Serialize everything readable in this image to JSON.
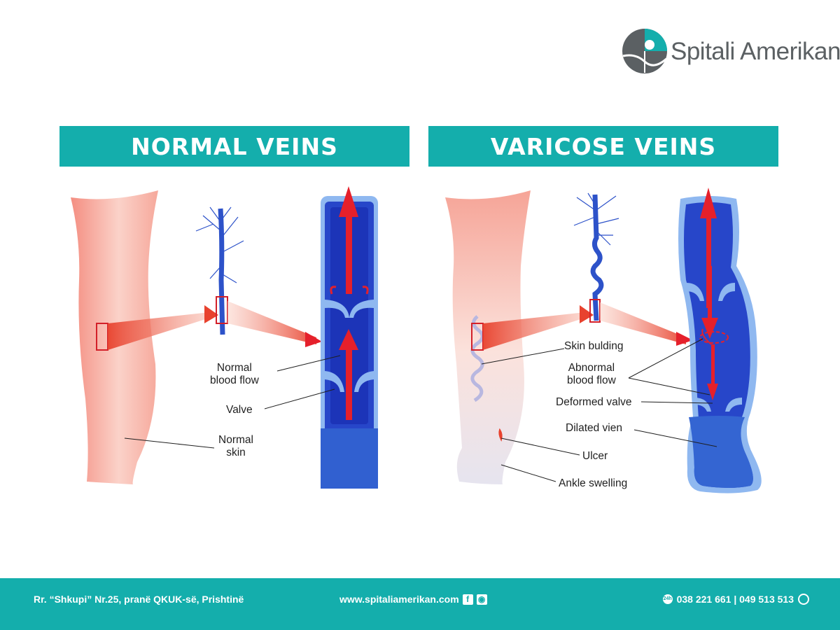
{
  "brand": {
    "name": "Spitali Amerikan"
  },
  "panels": {
    "normal": {
      "title": "NORMAL VEINS"
    },
    "varicose": {
      "title": "VARICOSE VEINS"
    }
  },
  "labels": {
    "normal_blood_flow": "Normal\nblood flow",
    "valve": "Valve",
    "normal_skin": "Normal\nskin",
    "skin_bulding": "Skin bulding",
    "abnormal_blood_flow": "Abnormal\nblood flow",
    "deformed_valve": "Deformed valve",
    "dilated_vien": "Dilated vien",
    "ulcer": "Ulcer",
    "ankle_swelling": "Ankle swelling"
  },
  "footer": {
    "address": "Rr. “Shkupi” Nr.25, pranë QKUK-së, Prishtinë",
    "website": "www.spitaliamerikan.com",
    "phone": "038 221 661 | 049 513 513"
  },
  "colors": {
    "teal": "#14aeac",
    "vein_dark": "#1f3fc4",
    "vein_light": "#8fb8f0",
    "arrow_red": "#e5202b",
    "skin_pink": "#f39a8e"
  },
  "icons": [
    "logo-mark-icon",
    "facebook-icon",
    "instagram-icon",
    "phone-icon",
    "viber-icon"
  ]
}
